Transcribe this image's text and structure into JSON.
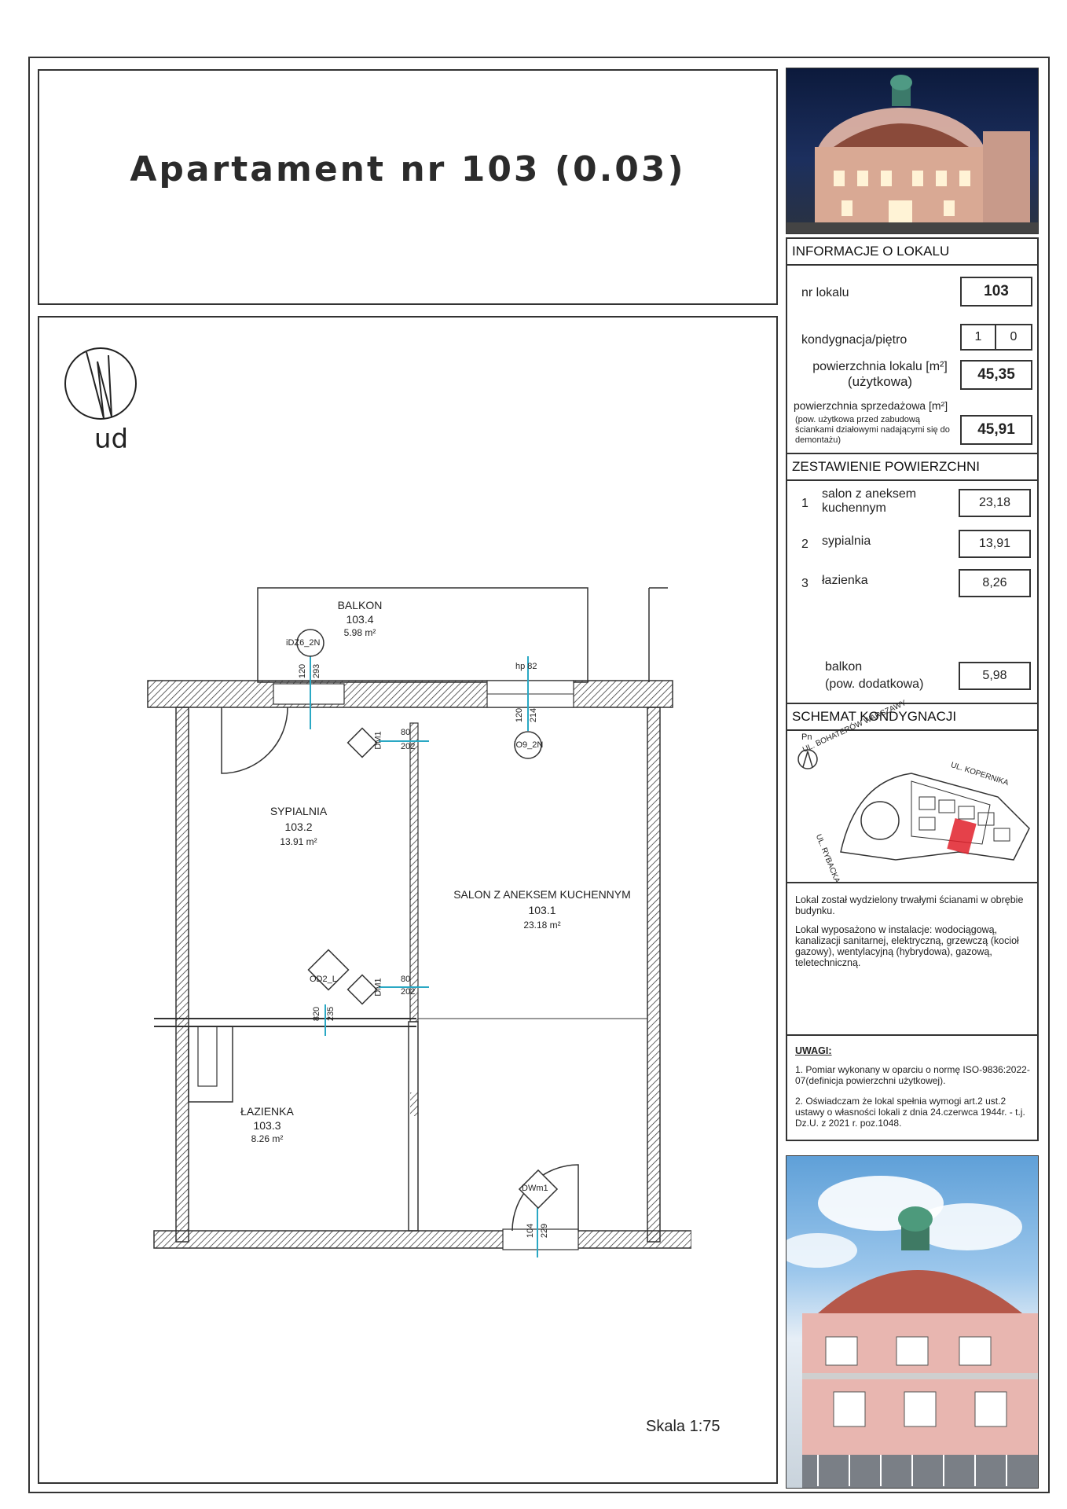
{
  "title": "Apartament nr 103 (0.03)",
  "north": {
    "label": "pn"
  },
  "info": {
    "header": "INFORMACJE O LOKALU",
    "nr_label": "nr lokalu",
    "nr_value": "103",
    "floor_label": "kondygnacja/piętro",
    "floor_value_1": "1",
    "floor_value_2": "0",
    "area_label": "powierzchnia lokalu [m²]",
    "area_sub": "(użytkowa)",
    "area_value": "45,35",
    "sale_label": "powierzchnia sprzedażowa [m²]",
    "sale_note": "(pow. użytkowa przed zabudową ściankami działowymi nadającymi się do demontażu)",
    "sale_value": "45,91"
  },
  "summary": {
    "header": "ZESTAWIENIE POWIERZCHNI",
    "rows": [
      {
        "num": "1",
        "label": "salon z aneksem kuchennym",
        "value": "23,18"
      },
      {
        "num": "2",
        "label": "sypialnia",
        "value": "13,91"
      },
      {
        "num": "3",
        "label": "łazienka",
        "value": "8,26"
      }
    ],
    "extra_label": "balkon",
    "extra_sub": "(pow. dodatkowa)",
    "extra_value": "5,98"
  },
  "schema": {
    "header": "SCHEMAT KONDYGNACJI",
    "north": "Pn",
    "street_1": "UL. BOHATERÓW WARSZAWY",
    "street_2": "UL. KOPERNIKA",
    "street_3": "UL. RYBACKA"
  },
  "notes": {
    "p1": "Lokal został wydzielony trwałymi ścianami w obrębie budynku.",
    "p2": "Lokal wyposażono w instalacje: wodociągową, kanalizacji sanitarnej, elektryczną, grzewczą (kocioł gazowy), wentylacyjną (hybrydowa), gazową, teletechniczną."
  },
  "remarks": {
    "header": "UWAGI:",
    "p1": "1. Pomiar wykonany w oparciu o normę ISO-9836:2022-07(definicja powierzchni użytkowej).",
    "p2": "2. Oświadczam że lokal spełnia wymogi art.2 ust.2 ustawy o własności lokali z dnia 24.czerwca 1944r. - t.j. Dz.U. z 2021 r. poz.1048."
  },
  "plan": {
    "balkon_name": "BALKON",
    "balkon_num": "103.4",
    "balkon_area": "5.98 m²",
    "sypialnia_name": "SYPIALNIA",
    "sypialnia_num": "103.2",
    "sypialnia_area": "13.91 m²",
    "salon_name": "SALON Z ANEKSEM KUCHENNYM",
    "salon_num": "103.1",
    "salon_area": "23.18 m²",
    "lazienka_name": "ŁAZIENKA",
    "lazienka_num": "103.3",
    "lazienka_area": "8.26 m²",
    "tag_idz6": "iDZ6_2N",
    "tag_io9": "iO9_2N",
    "tag_od2": "OD2_L",
    "tag_dm1a": "DM1",
    "tag_dm1b": "DM1",
    "tag_dwm1": "DWm1",
    "dim_hp": "hp 82",
    "dim_120a": "120",
    "dim_293": "293",
    "dim_120b": "120",
    "dim_214": "214",
    "dim_80a": "80",
    "dim_202a": "202",
    "dim_80b": "80",
    "dim_202b": "202",
    "dim_820": "820",
    "dim_235": "235",
    "dim_104": "104",
    "dim_229": "229"
  },
  "scale": "Skala 1:75"
}
